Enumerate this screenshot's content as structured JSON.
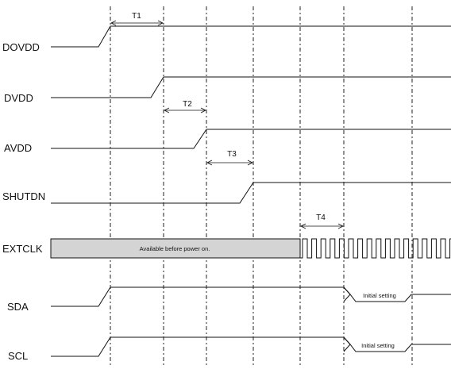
{
  "signals": [
    {
      "name": "DOVDD"
    },
    {
      "name": "DVDD"
    },
    {
      "name": "AVDD"
    },
    {
      "name": "SHUTDN"
    },
    {
      "name": "EXTCLK"
    },
    {
      "name": "SDA"
    },
    {
      "name": "SCL"
    }
  ],
  "timings": [
    {
      "label": "T1"
    },
    {
      "label": "T2"
    },
    {
      "label": "T3"
    },
    {
      "label": "T4"
    }
  ],
  "extclk_note": "Available before power on.",
  "sda_note": "Initial setting",
  "scl_note": "Initial setting",
  "colors": {
    "line": "#111111",
    "extclk_fill": "#d4d4d4"
  }
}
